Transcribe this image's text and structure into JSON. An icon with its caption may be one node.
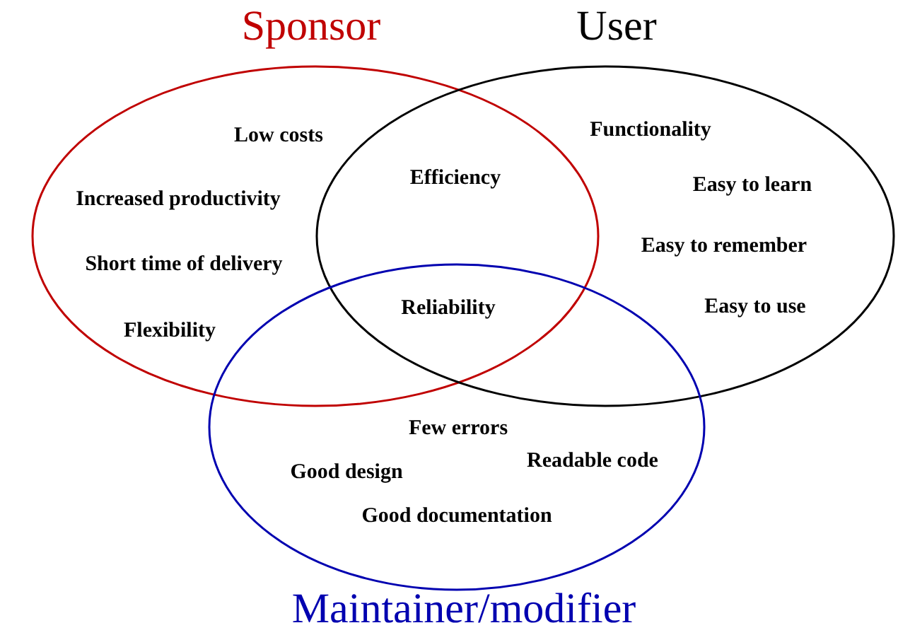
{
  "diagram": {
    "nodes": [
      {
        "text": [
          "Sponsor"
        ]
      },
      {
        "text": [
          "User"
        ]
      },
      {
        "text": [
          "Maintainer/modifier"
        ]
      }
    ],
    "labels": [
      "Low costs",
      "Increased productivity",
      "Short time of delivery",
      "Flexibility",
      "Efficiency",
      "Reliability",
      "Functionality",
      "Easy to learn",
      "Easy to remember",
      "Easy to use",
      "Few errors",
      "Readable code",
      "Good design",
      "Good documentation"
    ]
  }
}
